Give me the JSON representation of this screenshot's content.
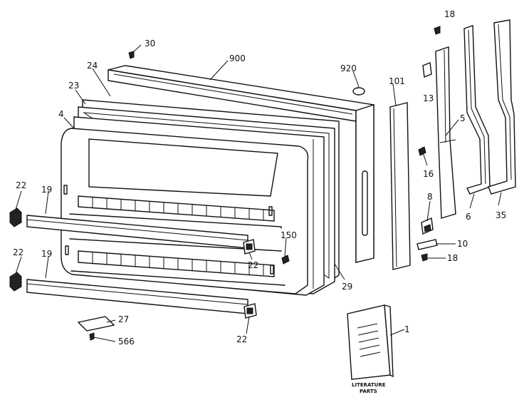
{
  "callouts": [
    {
      "id": "p18a",
      "text": "18"
    },
    {
      "id": "p30",
      "text": "30"
    },
    {
      "id": "p900",
      "text": "900"
    },
    {
      "id": "p920",
      "text": "920"
    },
    {
      "id": "p24",
      "text": "24"
    },
    {
      "id": "p23",
      "text": "23"
    },
    {
      "id": "p4",
      "text": "4"
    },
    {
      "id": "p101",
      "text": "101"
    },
    {
      "id": "p13",
      "text": "13"
    },
    {
      "id": "p5",
      "text": "5"
    },
    {
      "id": "p16",
      "text": "16"
    },
    {
      "id": "p8",
      "text": "8"
    },
    {
      "id": "p6",
      "text": "6"
    },
    {
      "id": "p35",
      "text": "35"
    },
    {
      "id": "p10",
      "text": "10"
    },
    {
      "id": "p18b",
      "text": "18"
    },
    {
      "id": "p22a",
      "text": "22"
    },
    {
      "id": "p19a",
      "text": "19"
    },
    {
      "id": "p22b",
      "text": "22"
    },
    {
      "id": "p19b",
      "text": "19"
    },
    {
      "id": "p150",
      "text": "150"
    },
    {
      "id": "p22c",
      "text": "22"
    },
    {
      "id": "p29",
      "text": "29"
    },
    {
      "id": "p27",
      "text": "27"
    },
    {
      "id": "p566",
      "text": "566"
    },
    {
      "id": "p22d",
      "text": "22"
    },
    {
      "id": "p1",
      "text": "1"
    }
  ],
  "literature": {
    "line1": "LITERATURE",
    "line2": "PARTS"
  }
}
